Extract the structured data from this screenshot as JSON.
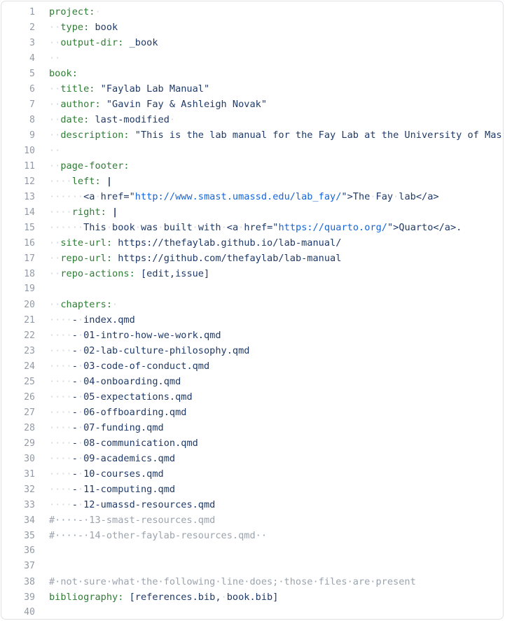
{
  "editor": {
    "kind": "yaml-code-block",
    "filename_hint": "_quarto.yml",
    "total_lines": 40,
    "whitespace_dot": "·",
    "colors": {
      "key": "#2f7d35",
      "value": "#1f3a68",
      "url": "#1565d8",
      "comment": "#9aa3ae",
      "whitespace": "#d3d8de",
      "line_number": "#919aa6",
      "border": "#dfe2e5",
      "background": "#ffffff"
    },
    "lines": [
      {
        "n": "1",
        "tokens": [
          {
            "t": "project:",
            "c": "key"
          },
          {
            "t": "·",
            "c": "ws"
          }
        ]
      },
      {
        "n": "2",
        "tokens": [
          {
            "t": "··",
            "c": "ws"
          },
          {
            "t": "type:",
            "c": "key"
          },
          {
            "t": " ",
            "c": "plain"
          },
          {
            "t": "book",
            "c": "val"
          }
        ]
      },
      {
        "n": "3",
        "tokens": [
          {
            "t": "··",
            "c": "ws"
          },
          {
            "t": "output-dir:",
            "c": "key"
          },
          {
            "t": " ",
            "c": "plain"
          },
          {
            "t": "_book",
            "c": "val"
          }
        ]
      },
      {
        "n": "4",
        "tokens": [
          {
            "t": "··",
            "c": "ws"
          }
        ]
      },
      {
        "n": "5",
        "tokens": [
          {
            "t": "book:",
            "c": "key"
          }
        ]
      },
      {
        "n": "6",
        "tokens": [
          {
            "t": "··",
            "c": "ws"
          },
          {
            "t": "title:",
            "c": "key"
          },
          {
            "t": " ",
            "c": "plain"
          },
          {
            "t": "\"Faylab Lab Manual\"",
            "c": "str"
          }
        ]
      },
      {
        "n": "7",
        "tokens": [
          {
            "t": "··",
            "c": "ws"
          },
          {
            "t": "author:",
            "c": "key"
          },
          {
            "t": " ",
            "c": "plain"
          },
          {
            "t": "\"Gavin Fay & Ashleigh Novak\"",
            "c": "str"
          }
        ]
      },
      {
        "n": "8",
        "tokens": [
          {
            "t": "··",
            "c": "ws"
          },
          {
            "t": "date:",
            "c": "key"
          },
          {
            "t": " ",
            "c": "plain"
          },
          {
            "t": "last-modified",
            "c": "val"
          },
          {
            "t": "·",
            "c": "ws"
          }
        ]
      },
      {
        "n": "9",
        "tokens": [
          {
            "t": "··",
            "c": "ws"
          },
          {
            "t": "description:",
            "c": "key"
          },
          {
            "t": " ",
            "c": "plain"
          },
          {
            "t": "\"This is the lab manual for the Fay Lab at the University of Massachusetts Dartmouth.\"",
            "c": "str"
          }
        ]
      },
      {
        "n": "10",
        "tokens": [
          {
            "t": "··",
            "c": "ws"
          }
        ]
      },
      {
        "n": "11",
        "tokens": [
          {
            "t": "··",
            "c": "ws"
          },
          {
            "t": "page-footer:",
            "c": "key"
          }
        ]
      },
      {
        "n": "12",
        "tokens": [
          {
            "t": "····",
            "c": "ws"
          },
          {
            "t": "left:",
            "c": "key"
          },
          {
            "t": " ",
            "c": "plain"
          },
          {
            "t": "|",
            "c": "cursor"
          }
        ]
      },
      {
        "n": "13",
        "tokens": [
          {
            "t": "······",
            "c": "ws"
          },
          {
            "t": "<a",
            "c": "val"
          },
          {
            "t": "·",
            "c": "ws"
          },
          {
            "t": "href=\"",
            "c": "val"
          },
          {
            "t": "http://www.smast.umassd.edu/lab_fay/",
            "c": "url"
          },
          {
            "t": "\">The",
            "c": "val"
          },
          {
            "t": "·",
            "c": "ws"
          },
          {
            "t": "Fay",
            "c": "val"
          },
          {
            "t": "·",
            "c": "ws"
          },
          {
            "t": "lab</a>",
            "c": "val"
          }
        ]
      },
      {
        "n": "14",
        "tokens": [
          {
            "t": "····",
            "c": "ws"
          },
          {
            "t": "right:",
            "c": "key"
          },
          {
            "t": " ",
            "c": "plain"
          },
          {
            "t": "|",
            "c": "cursor"
          }
        ]
      },
      {
        "n": "15",
        "tokens": [
          {
            "t": "······",
            "c": "ws"
          },
          {
            "t": "This",
            "c": "val"
          },
          {
            "t": "·",
            "c": "ws"
          },
          {
            "t": "book",
            "c": "val"
          },
          {
            "t": "·",
            "c": "ws"
          },
          {
            "t": "was",
            "c": "val"
          },
          {
            "t": "·",
            "c": "ws"
          },
          {
            "t": "built",
            "c": "val"
          },
          {
            "t": "·",
            "c": "ws"
          },
          {
            "t": "with",
            "c": "val"
          },
          {
            "t": "·",
            "c": "ws"
          },
          {
            "t": "<a",
            "c": "val"
          },
          {
            "t": "·",
            "c": "ws"
          },
          {
            "t": "href=\"",
            "c": "val"
          },
          {
            "t": "https://quarto.org/",
            "c": "url"
          },
          {
            "t": "\">Quarto</a>.",
            "c": "val"
          }
        ]
      },
      {
        "n": "16",
        "tokens": [
          {
            "t": "··",
            "c": "ws"
          },
          {
            "t": "site-url:",
            "c": "key"
          },
          {
            "t": " ",
            "c": "plain"
          },
          {
            "t": "https://thefaylab.github.io/lab-manual/",
            "c": "val"
          }
        ]
      },
      {
        "n": "17",
        "tokens": [
          {
            "t": "··",
            "c": "ws"
          },
          {
            "t": "repo-url:",
            "c": "key"
          },
          {
            "t": " ",
            "c": "plain"
          },
          {
            "t": "https://github.com/thefaylab/lab-manual",
            "c": "val"
          }
        ]
      },
      {
        "n": "18",
        "tokens": [
          {
            "t": "··",
            "c": "ws"
          },
          {
            "t": "repo-actions:",
            "c": "key"
          },
          {
            "t": " ",
            "c": "plain"
          },
          {
            "t": "[edit,issue]",
            "c": "val"
          }
        ]
      },
      {
        "n": "19",
        "tokens": []
      },
      {
        "n": "20",
        "tokens": [
          {
            "t": "··",
            "c": "ws"
          },
          {
            "t": "chapters:",
            "c": "key"
          },
          {
            "t": "·",
            "c": "ws"
          }
        ]
      },
      {
        "n": "21",
        "tokens": [
          {
            "t": "····",
            "c": "ws"
          },
          {
            "t": "-",
            "c": "val"
          },
          {
            "t": "·",
            "c": "ws"
          },
          {
            "t": "index.qmd",
            "c": "val"
          }
        ]
      },
      {
        "n": "22",
        "tokens": [
          {
            "t": "····",
            "c": "ws"
          },
          {
            "t": "-",
            "c": "val"
          },
          {
            "t": "·",
            "c": "ws"
          },
          {
            "t": "01-intro-how-we-work.qmd",
            "c": "val"
          }
        ]
      },
      {
        "n": "23",
        "tokens": [
          {
            "t": "····",
            "c": "ws"
          },
          {
            "t": "-",
            "c": "val"
          },
          {
            "t": "·",
            "c": "ws"
          },
          {
            "t": "02-lab-culture-philosophy.qmd",
            "c": "val"
          }
        ]
      },
      {
        "n": "24",
        "tokens": [
          {
            "t": "····",
            "c": "ws"
          },
          {
            "t": "-",
            "c": "val"
          },
          {
            "t": "·",
            "c": "ws"
          },
          {
            "t": "03-code-of-conduct.qmd",
            "c": "val"
          }
        ]
      },
      {
        "n": "25",
        "tokens": [
          {
            "t": "····",
            "c": "ws"
          },
          {
            "t": "-",
            "c": "val"
          },
          {
            "t": "·",
            "c": "ws"
          },
          {
            "t": "04-onboarding.qmd",
            "c": "val"
          }
        ]
      },
      {
        "n": "26",
        "tokens": [
          {
            "t": "····",
            "c": "ws"
          },
          {
            "t": "-",
            "c": "val"
          },
          {
            "t": "·",
            "c": "ws"
          },
          {
            "t": "05-expectations.qmd",
            "c": "val"
          }
        ]
      },
      {
        "n": "27",
        "tokens": [
          {
            "t": "····",
            "c": "ws"
          },
          {
            "t": "-",
            "c": "val"
          },
          {
            "t": "·",
            "c": "ws"
          },
          {
            "t": "06-offboarding.qmd",
            "c": "val"
          }
        ]
      },
      {
        "n": "28",
        "tokens": [
          {
            "t": "····",
            "c": "ws"
          },
          {
            "t": "-",
            "c": "val"
          },
          {
            "t": "·",
            "c": "ws"
          },
          {
            "t": "07-funding.qmd",
            "c": "val"
          }
        ]
      },
      {
        "n": "29",
        "tokens": [
          {
            "t": "····",
            "c": "ws"
          },
          {
            "t": "-",
            "c": "val"
          },
          {
            "t": "·",
            "c": "ws"
          },
          {
            "t": "08-communication.qmd",
            "c": "val"
          }
        ]
      },
      {
        "n": "30",
        "tokens": [
          {
            "t": "····",
            "c": "ws"
          },
          {
            "t": "-",
            "c": "val"
          },
          {
            "t": "·",
            "c": "ws"
          },
          {
            "t": "09-academics.qmd",
            "c": "val"
          }
        ]
      },
      {
        "n": "31",
        "tokens": [
          {
            "t": "····",
            "c": "ws"
          },
          {
            "t": "-",
            "c": "val"
          },
          {
            "t": "·",
            "c": "ws"
          },
          {
            "t": "10-courses.qmd",
            "c": "val"
          }
        ]
      },
      {
        "n": "32",
        "tokens": [
          {
            "t": "····",
            "c": "ws"
          },
          {
            "t": "-",
            "c": "val"
          },
          {
            "t": "·",
            "c": "ws"
          },
          {
            "t": "11-computing.qmd",
            "c": "val"
          }
        ]
      },
      {
        "n": "33",
        "tokens": [
          {
            "t": "····",
            "c": "ws"
          },
          {
            "t": "-",
            "c": "val"
          },
          {
            "t": "·",
            "c": "ws"
          },
          {
            "t": "12-umassd-resources.qmd",
            "c": "val"
          }
        ]
      },
      {
        "n": "34",
        "tokens": [
          {
            "t": "#····-·13-smast-resources.qmd",
            "c": "comment"
          }
        ]
      },
      {
        "n": "35",
        "tokens": [
          {
            "t": "#····-·14-other-faylab-resources.qmd··",
            "c": "comment"
          }
        ]
      },
      {
        "n": "36",
        "tokens": []
      },
      {
        "n": "37",
        "tokens": []
      },
      {
        "n": "38",
        "tokens": [
          {
            "t": "#·not·sure·what·the·following·line·does;·those·files·are·present",
            "c": "comment"
          }
        ]
      },
      {
        "n": "39",
        "tokens": [
          {
            "t": "bibliography:",
            "c": "key"
          },
          {
            "t": " ",
            "c": "plain"
          },
          {
            "t": "[references.bib,",
            "c": "val"
          },
          {
            "t": "·",
            "c": "ws"
          },
          {
            "t": "book.bib]",
            "c": "val"
          }
        ]
      },
      {
        "n": "40",
        "tokens": []
      }
    ]
  }
}
